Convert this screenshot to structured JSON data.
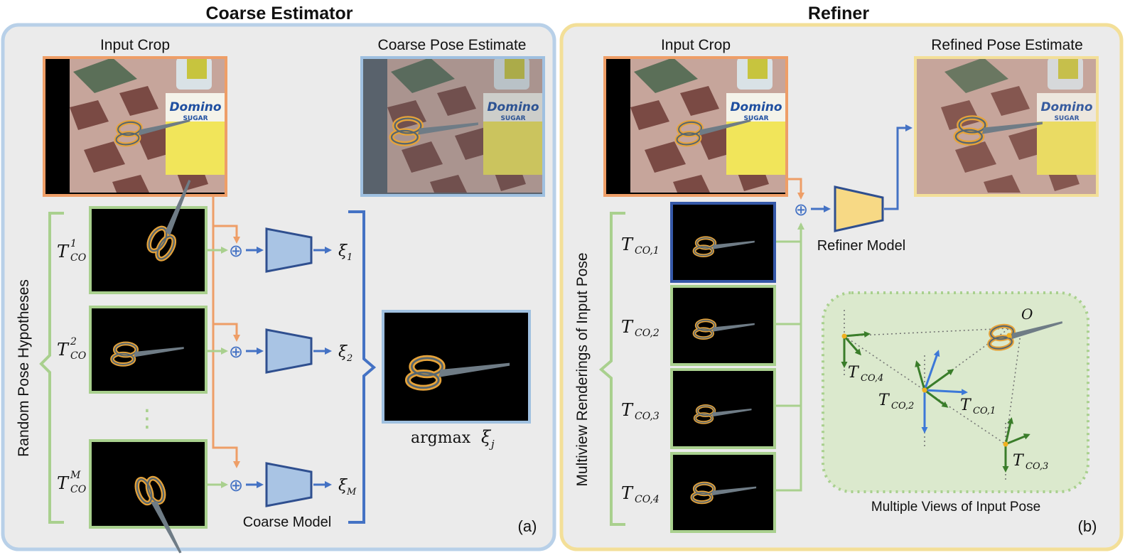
{
  "coarse": {
    "title": "Coarse Estimator",
    "input_crop_label": "Input Crop",
    "output_label": "Coarse Pose Estimate",
    "hypotheses_brace_label": "Random Pose Hypotheses",
    "hypotheses": [
      {
        "symbol": "T",
        "sub": "CO",
        "sup": "1",
        "score": "ξ",
        "score_sub": "1"
      },
      {
        "symbol": "T",
        "sub": "CO",
        "sup": "2",
        "score": "ξ",
        "score_sub": "2"
      },
      {
        "symbol": "T",
        "sub": "CO",
        "sup": "M",
        "score": "ξ",
        "score_sub": "M"
      }
    ],
    "ellipsis": "⋮",
    "model_label": "Coarse Model",
    "argmax_text": "argmax",
    "argmax_symbol": "ξ",
    "argmax_sub": "j",
    "panel_tag": "(a)"
  },
  "refiner": {
    "title": "Refiner",
    "input_crop_label": "Input Crop",
    "output_label": "Refined Pose Estimate",
    "renderings_brace_label": "Multiview Renderings of Input Pose",
    "renderings": [
      {
        "symbol": "T",
        "sub": "CO,1"
      },
      {
        "symbol": "T",
        "sub": "CO,2"
      },
      {
        "symbol": "T",
        "sub": "CO,3"
      },
      {
        "symbol": "T",
        "sub": "CO,4"
      }
    ],
    "model_label": "Refiner Model",
    "views_caption": "Multiple Views of Input Pose",
    "object_label": "O",
    "views": [
      {
        "symbol": "T",
        "sub": "CO,4"
      },
      {
        "symbol": "T",
        "sub": "CO,2"
      },
      {
        "symbol": "T",
        "sub": "CO,1"
      },
      {
        "symbol": "T",
        "sub": "CO,3"
      }
    ],
    "panel_tag": "(b)"
  },
  "concat_symbol": "⊕",
  "colors": {
    "coarse_panel_border": "#b8d0e8",
    "refiner_panel_border": "#f3df98",
    "panel_fill": "#ebebeb",
    "orange": "#ee9e67",
    "green": "#a9d08e",
    "blue": "#4472c4",
    "dark_blue": "#2f4f8f",
    "coarse_model_fill": "#a9c4e4",
    "refiner_model_fill": "#f7d985",
    "views_box_fill": "#dbe9cd",
    "axis_green": "#3a7d2a",
    "axis_blue": "#3c78d8",
    "point_orange": "#f0b020"
  }
}
